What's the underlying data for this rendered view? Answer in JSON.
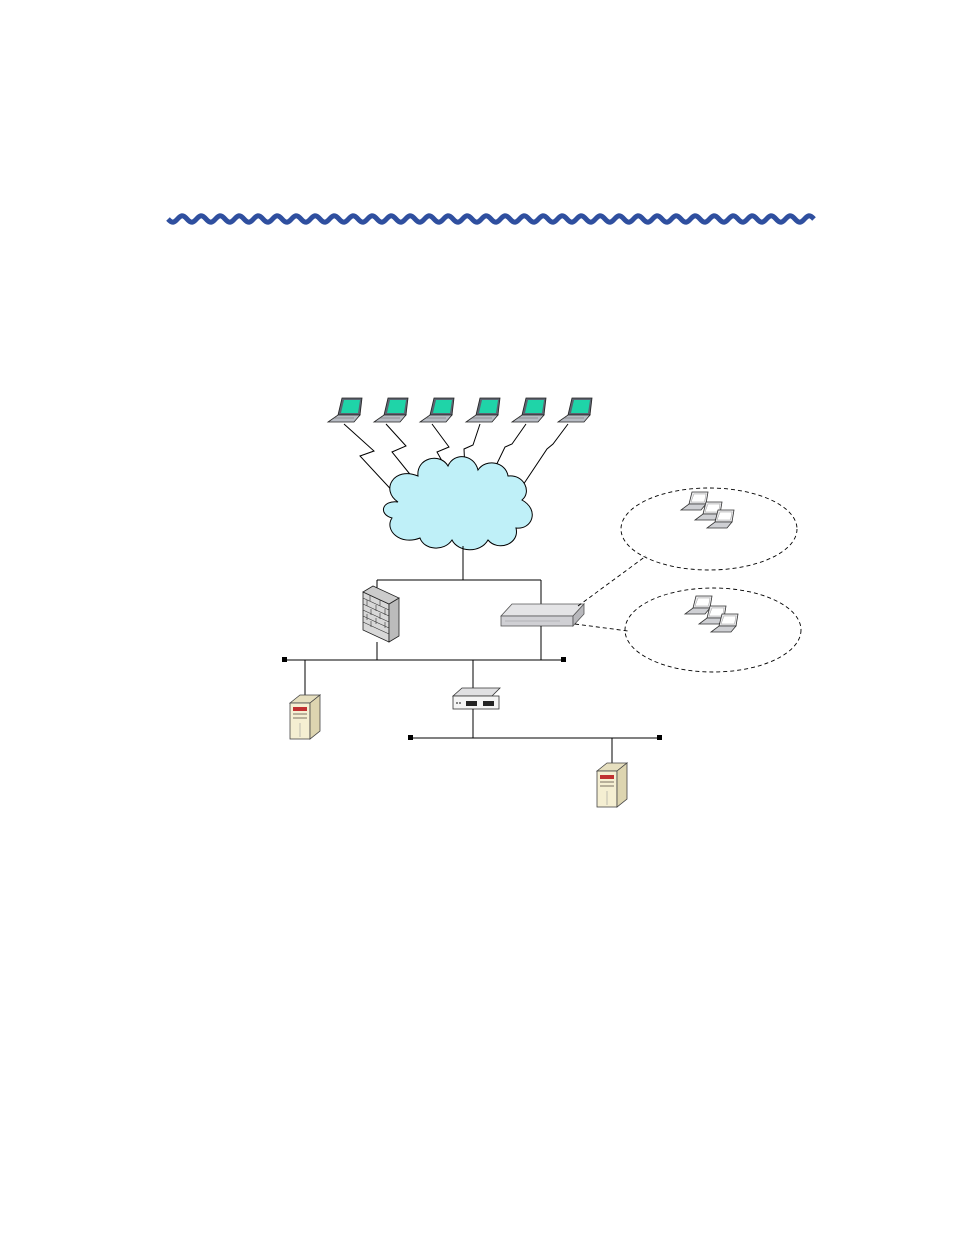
{
  "header": {
    "wave_color": "#2f4f9f"
  },
  "diagram": {
    "laptop_screen_color": "#1fd4a8",
    "cloud_fill_color": "#bff0f8",
    "line_color": "#000000",
    "laptops": [
      "laptop",
      "laptop",
      "laptop",
      "laptop",
      "laptop",
      "laptop"
    ],
    "server_color": "#f5efd2",
    "server_accent": "#c03030"
  }
}
